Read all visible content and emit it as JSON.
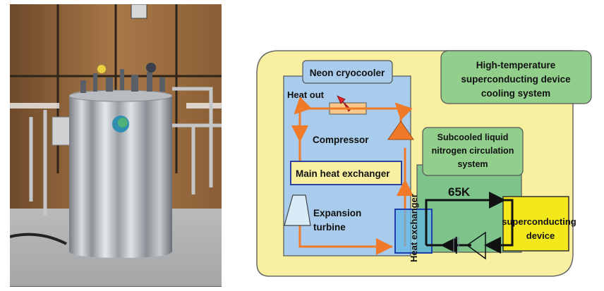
{
  "photo": {
    "subject": "Stainless-steel cryostat vessel in a wood-paneled facility"
  },
  "diagram": {
    "outer_box": {
      "title_lines": [
        "High-temperature",
        "superconducting device",
        "cooling system"
      ]
    },
    "neon_cryocooler": {
      "title": "Neon cryocooler",
      "heat_out": "Heat out",
      "compressor": "Compressor",
      "main_heat_exchanger": "Main heat exchanger",
      "expansion_turbine_lines": [
        "Expansion",
        "turbine"
      ]
    },
    "ln2_system": {
      "title_lines": [
        "Subcooled liquid",
        "nitrogen circulation",
        "system"
      ],
      "temperature": "65K",
      "heat_exchanger": "Heat exchanger",
      "device_lines": [
        "superconducting",
        "device"
      ]
    },
    "colors": {
      "outer_fill": "#f8f0a0",
      "cryocooler_fill": "#a9ccec",
      "green_fill": "#7ec48a",
      "title_green": "#93cf8c",
      "pipe_orange": "#f07a2a",
      "device_yellow": "#f3e81a",
      "heat_out_red": "#e0202a",
      "hx_blue": "#5fb5e8"
    }
  }
}
